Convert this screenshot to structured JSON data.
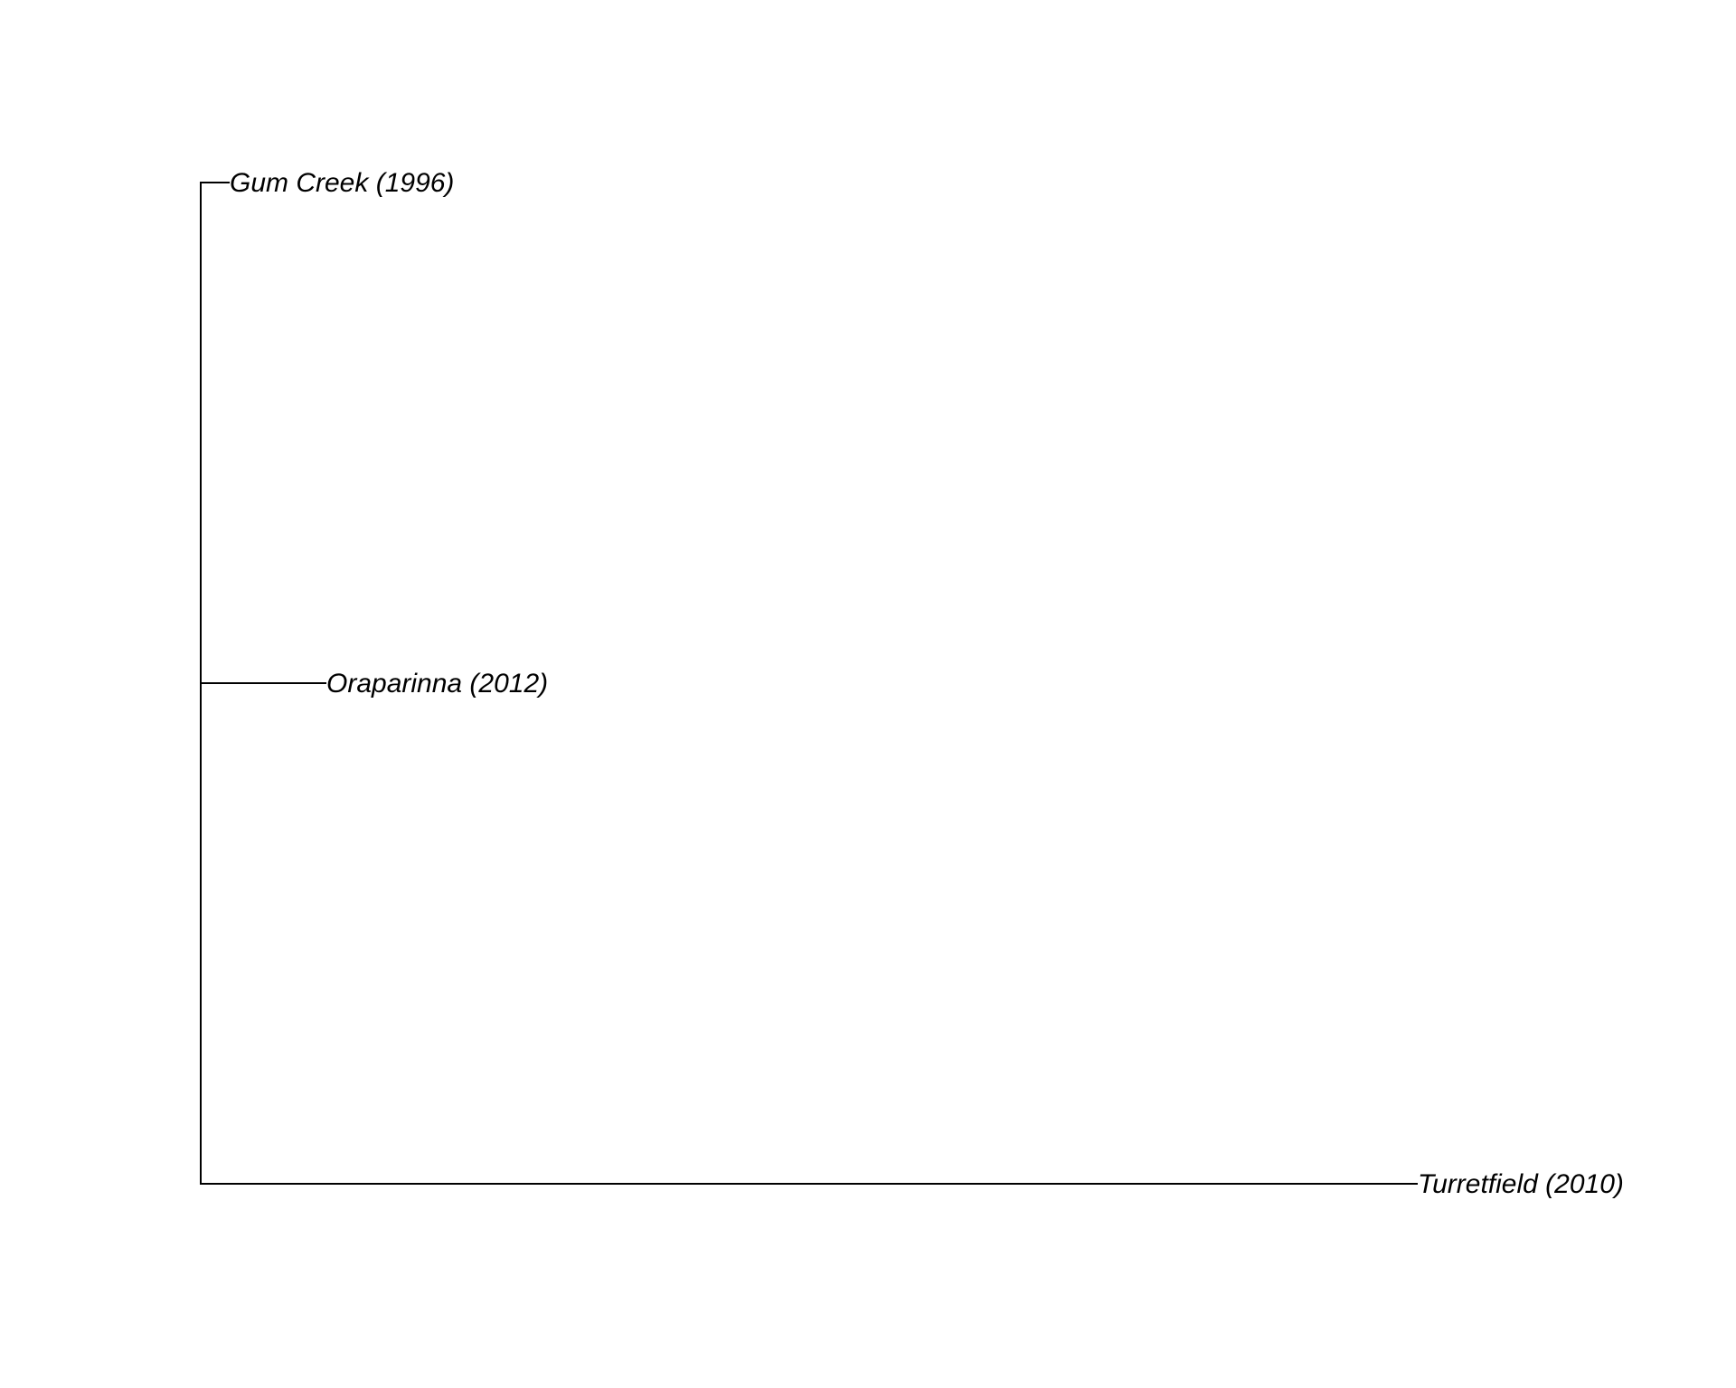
{
  "tree": {
    "type": "phylogram",
    "orientation": "left-to-right",
    "tips": [
      {
        "label": "Gum Creek (1996)"
      },
      {
        "label": "Oraparinna (2012)"
      },
      {
        "label": "Turretfield (2010)"
      }
    ]
  },
  "colors": {
    "background": "#ffffff",
    "branch": "#000000",
    "label": "#000000"
  }
}
